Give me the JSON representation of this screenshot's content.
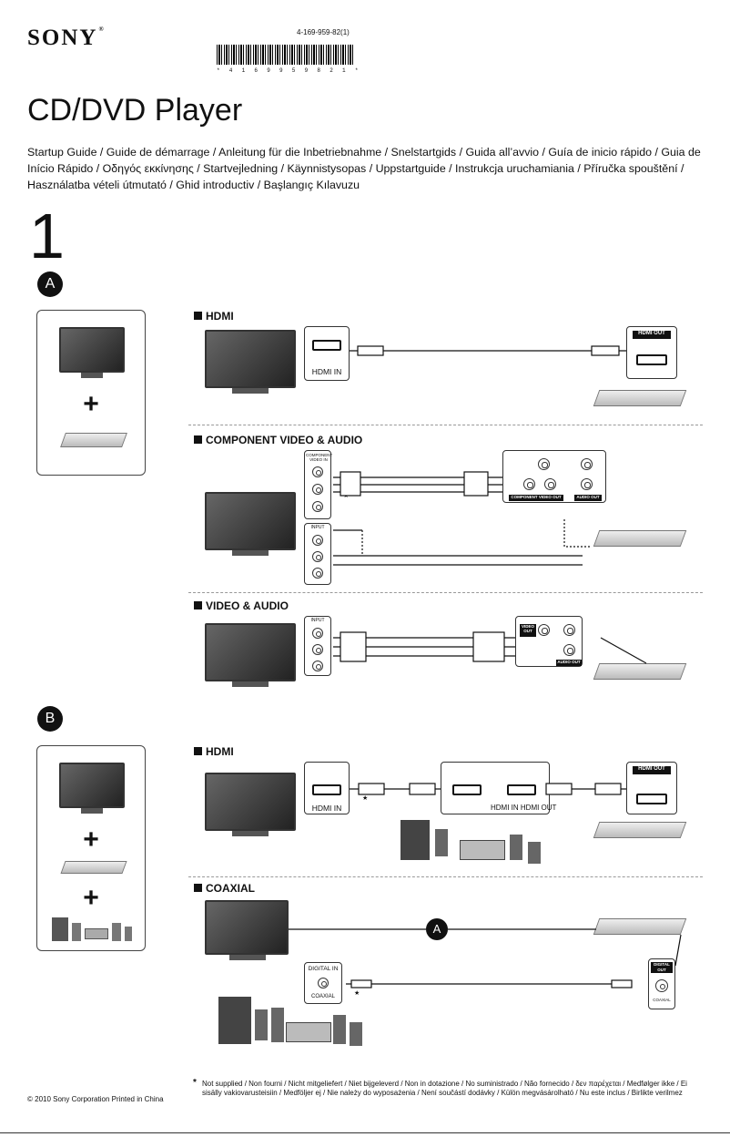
{
  "header": {
    "brand": "SONY",
    "part_number": "4-169-959-82(1)",
    "barcode_text": "* 4 1 6 9 9 5 9 8 2 1 *"
  },
  "title": "CD/DVD Player",
  "subtitle": "Startup Guide / Guide de démarrage / Anleitung für die Inbetriebnahme / Snelstartgids / Guida all’avvio / Guía de inicio rápido / Guia de Início Rápido / Οδηγός εκκίνησης / Startvejledning / Käynnistysopas / Uppstartguide / Instrukcja uruchamiania / Příručka spouštění / Használatba vételi útmutató / Ghid introductiv / Başlangıç Kılavuzu",
  "step": "1",
  "group_a": {
    "badge": "A",
    "sections": {
      "hdmi": {
        "title": "HDMI",
        "tv_port": "HDMI IN",
        "player_port": "HDMI OUT"
      },
      "component": {
        "title": "COMPONENT VIDEO & AUDIO",
        "tv_component": "COMPONENT VIDEO IN",
        "tv_input": "INPUT",
        "player_component": "COMPONENT VIDEO OUT",
        "player_audio": "AUDIO OUT"
      },
      "video": {
        "title": "VIDEO & AUDIO",
        "tv_input": "INPUT",
        "player_video": "VIDEO OUT",
        "player_audio": "AUDIO OUT"
      }
    }
  },
  "group_b": {
    "badge": "B",
    "sections": {
      "hdmi": {
        "title": "HDMI",
        "tv_port": "HDMI IN",
        "amp_ports": "HDMI IN HDMI OUT",
        "player_port": "HDMI OUT"
      },
      "coaxial": {
        "title": "COAXIAL",
        "amp_port_title": "DIGITAL IN",
        "amp_port_sub": "COAXIAL",
        "player_port_title": "DIGITAL OUT",
        "player_port_sub": "COAXIAL",
        "connection_badge": "A"
      }
    }
  },
  "plus": "+",
  "star": "★",
  "footnote": {
    "mark": "*",
    "text": "Not supplied / Non fourni / Nicht mitgeliefert / Niet bijgeleverd / Non in dotazione / No suministrado / Não fornecido / δεν παρέχεται / Medfølger ikke / Ei sisälly vakiovarusteisiin / Medföljer ej / Nie należy do wyposażenia / Není součástí dodávky / Külön megvásárolható / Nu este inclus / Birlikte verilmez"
  },
  "copyright": "© 2010 Sony Corporation Printed in China"
}
